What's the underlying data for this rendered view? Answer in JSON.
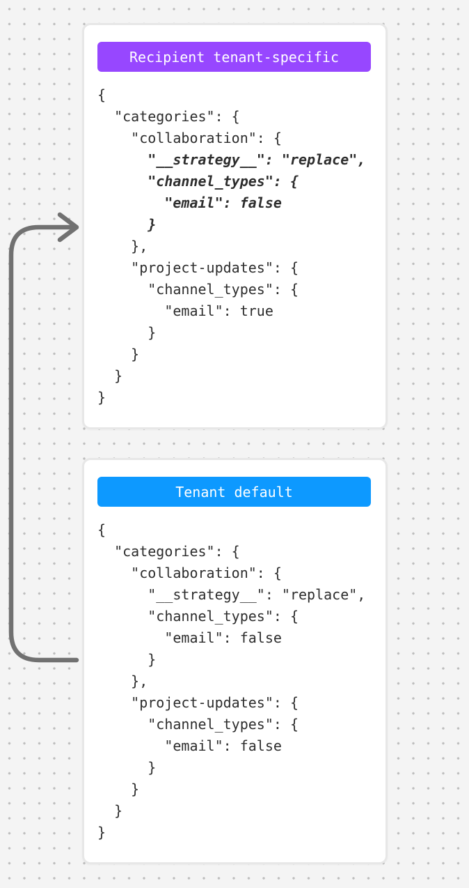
{
  "canvas": {
    "bg_color": "#f4f4f4",
    "dot_color": "#bdbdbd"
  },
  "arrow": {
    "color": "#717171",
    "meaning": "flow from Tenant default into Recipient tenant-specific"
  },
  "text_color": "#2d2d2d",
  "card_border_color": "#e7e7e7",
  "cards": [
    {
      "badge": {
        "label": "Recipient tenant-specific",
        "color": "#9747ff",
        "text_color": "#ffffff"
      },
      "code_lines": [
        {
          "text": "{"
        },
        {
          "text": "  \"categories\": {"
        },
        {
          "text": "    \"collaboration\": {"
        },
        {
          "text": "      \"__strategy__\": \"replace\",",
          "emphasis": true
        },
        {
          "text": "      \"channel_types\": {",
          "emphasis": true
        },
        {
          "text": "        \"email\": false",
          "emphasis": true
        },
        {
          "text": "      }",
          "emphasis": true
        },
        {
          "text": "    },"
        },
        {
          "text": "    \"project-updates\": {"
        },
        {
          "text": "      \"channel_types\": {"
        },
        {
          "text": "        \"email\": true"
        },
        {
          "text": "      }"
        },
        {
          "text": "    }"
        },
        {
          "text": "  }"
        },
        {
          "text": "}"
        }
      ]
    },
    {
      "badge": {
        "label": "Tenant default",
        "color": "#0d99ff",
        "text_color": "#ffffff"
      },
      "code_lines": [
        {
          "text": "{"
        },
        {
          "text": "  \"categories\": {"
        },
        {
          "text": "    \"collaboration\": {"
        },
        {
          "text": "      \"__strategy__\": \"replace\","
        },
        {
          "text": "      \"channel_types\": {"
        },
        {
          "text": "        \"email\": false"
        },
        {
          "text": "      }"
        },
        {
          "text": "    },"
        },
        {
          "text": "    \"project-updates\": {"
        },
        {
          "text": "      \"channel_types\": {"
        },
        {
          "text": "        \"email\": false"
        },
        {
          "text": "      }"
        },
        {
          "text": "    }"
        },
        {
          "text": "  }"
        },
        {
          "text": "}"
        }
      ]
    }
  ]
}
